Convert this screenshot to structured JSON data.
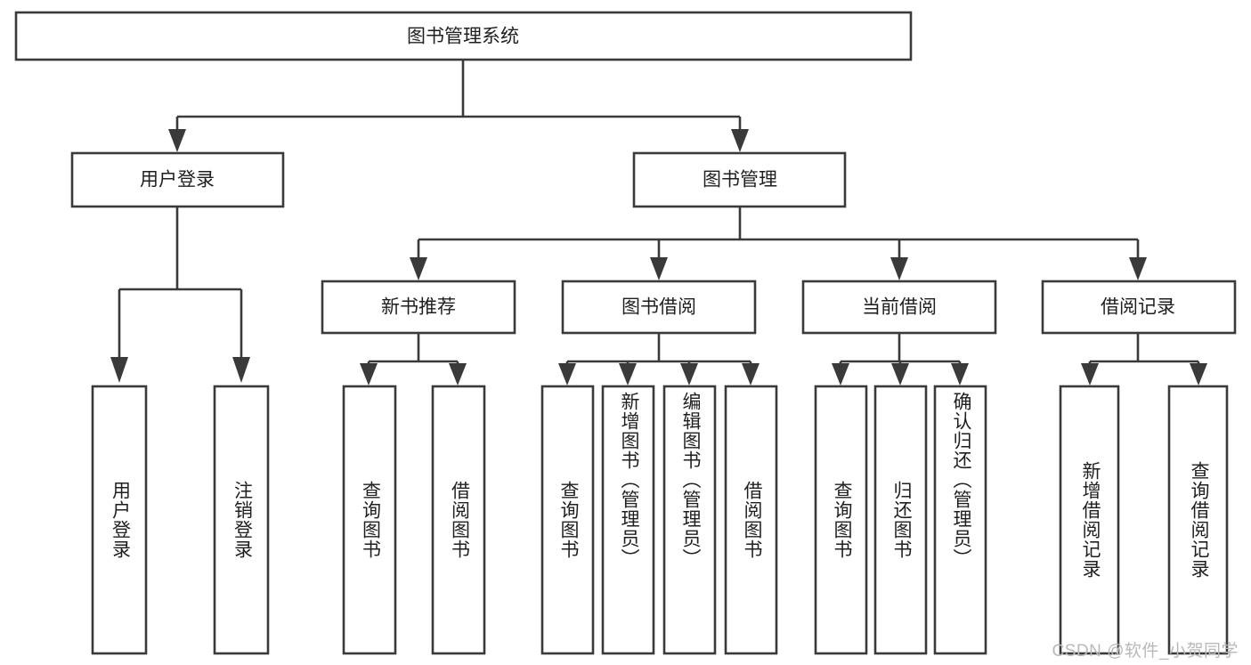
{
  "diagram": {
    "type": "tree",
    "title": "图书管理系统",
    "orientation": "top-down",
    "root": {
      "id": "root",
      "label": "图书管理系统"
    },
    "level2": [
      {
        "id": "user-login",
        "label": "用户登录"
      },
      {
        "id": "book-management",
        "label": "图书管理"
      }
    ],
    "level3": [
      {
        "id": "new-book-recommend",
        "label": "新书推荐",
        "parent": "book-management"
      },
      {
        "id": "book-borrow",
        "label": "图书借阅",
        "parent": "book-management"
      },
      {
        "id": "current-borrow",
        "label": "当前借阅",
        "parent": "book-management"
      },
      {
        "id": "borrow-record",
        "label": "借阅记录",
        "parent": "book-management"
      }
    ],
    "leaves": [
      {
        "id": "leaf-user-login",
        "label": "用户登录",
        "parent": "user-login"
      },
      {
        "id": "leaf-logout",
        "label": "注销登录",
        "parent": "user-login"
      },
      {
        "id": "leaf-query-book-1",
        "label": "查询图书",
        "parent": "new-book-recommend"
      },
      {
        "id": "leaf-borrow-book-1",
        "label": "借阅图书",
        "parent": "new-book-recommend"
      },
      {
        "id": "leaf-query-book-2",
        "label": "查询图书",
        "parent": "book-borrow"
      },
      {
        "id": "leaf-add-book",
        "label": "新增图书（管理员）",
        "parent": "book-borrow"
      },
      {
        "id": "leaf-edit-book",
        "label": "编辑图书（管理员）",
        "parent": "book-borrow"
      },
      {
        "id": "leaf-borrow-book-2",
        "label": "借阅图书",
        "parent": "book-borrow"
      },
      {
        "id": "leaf-query-book-3",
        "label": "查询图书",
        "parent": "current-borrow"
      },
      {
        "id": "leaf-return-book",
        "label": "归还图书",
        "parent": "current-borrow"
      },
      {
        "id": "leaf-confirm-return",
        "label": "确认归还（管理员）",
        "parent": "current-borrow"
      },
      {
        "id": "leaf-add-record",
        "label": "新增借阅记录",
        "parent": "borrow-record"
      },
      {
        "id": "leaf-query-record",
        "label": "查询借阅记录",
        "parent": "borrow-record"
      }
    ],
    "colors": {
      "box_stroke": "#3a3a3a",
      "box_fill": "#ffffff",
      "text": "#1f1f1f",
      "connector": "#3a3a3a",
      "watermark": "#b9b9b9"
    }
  },
  "watermark": {
    "text": "CSDN @软件_小贺同学"
  }
}
